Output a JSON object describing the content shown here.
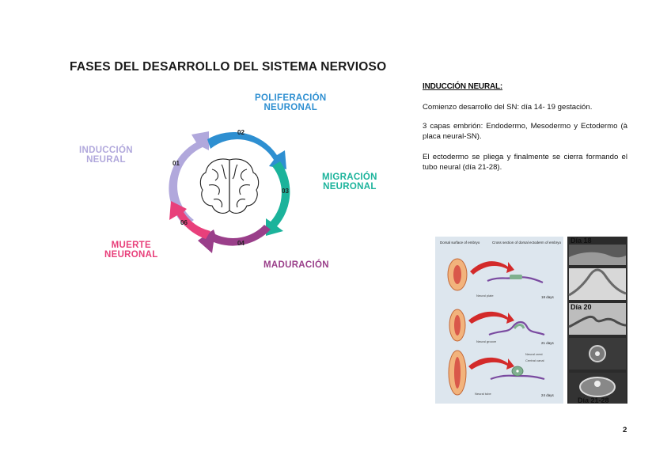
{
  "diagram": {
    "title": "FASES DEL DESARROLLO DEL SISTEMA NERVIOSO",
    "phases": [
      {
        "number": "01",
        "label_lines": [
          "INDUCCIÓN",
          "NEURAL"
        ],
        "color": "#b1a8dc"
      },
      {
        "number": "02",
        "label_lines": [
          "POLIFERACIÓN",
          "NEURONAL"
        ],
        "color": "#2e8fd1"
      },
      {
        "number": "03",
        "label_lines": [
          "MIGRACIÓN",
          "NEURONAL"
        ],
        "color": "#1bb39b"
      },
      {
        "number": "04",
        "label_lines": [
          "MADURACIÓN"
        ],
        "color": "#9a3f8a"
      },
      {
        "number": "06",
        "label_lines": [
          "MUERTE",
          "NEURONAL"
        ],
        "color": "#e8407b"
      }
    ],
    "center_icon": "brain-icon"
  },
  "section": {
    "heading": "INDUCCIÓN NEURAL:",
    "paragraphs": [
      "Comienzo desarrollo del SN: día 14- 19 gestación.",
      "3 capas embrión: Endodermo, Mesodermo y Ectodermo (à placa neural-SN).",
      "El ectodermo se pliega y finalmente se cierra formando el tubo neural (día 21-28)."
    ]
  },
  "figure": {
    "col_headers": [
      "Dorsal surface of embryo",
      "Cross section of dorsal ectoderm of embryo"
    ],
    "rows": [
      {
        "label": "Neural plate",
        "days": "18 days"
      },
      {
        "label": "Neural groove",
        "days": "21 days"
      },
      {
        "label": "Neural tube",
        "days": "24 days",
        "extra_labels": [
          "Neural crest",
          "Central canal"
        ]
      }
    ],
    "photo_labels": [
      "Día 18",
      "Día 20",
      "Día 21-28"
    ]
  },
  "page": {
    "number": "2"
  }
}
